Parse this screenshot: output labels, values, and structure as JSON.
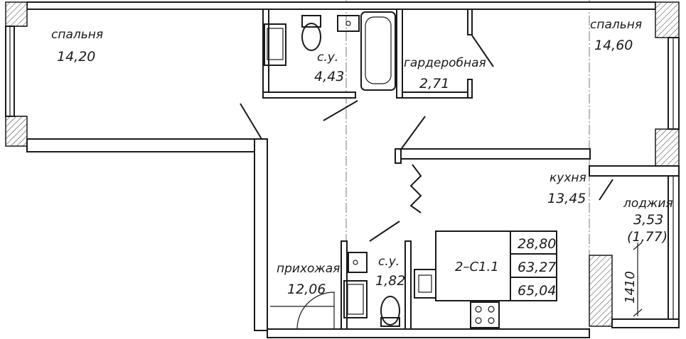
{
  "rooms": {
    "bedroom_left": {
      "name": "спальня",
      "area": "14,20"
    },
    "bathroom_top": {
      "name": "с.у.",
      "area": "4,43"
    },
    "wardrobe": {
      "name": "гардеробная",
      "area": "2,71"
    },
    "bedroom_right": {
      "name": "спальня",
      "area": "14,60"
    },
    "kitchen": {
      "name": "кухня",
      "area": "13,45"
    },
    "loggia": {
      "name": "лоджия",
      "area": "3,53",
      "area_reduced": "(1,77)"
    },
    "hallway": {
      "name": "прихожая",
      "area": "12,06"
    },
    "bathroom_bottom": {
      "name": "с.у.",
      "area": "1,82"
    }
  },
  "apartment": {
    "code": "2–С1.1",
    "area_living": "28,80",
    "area_total": "63,27",
    "area_with_loggia": "65,04"
  },
  "dimension": {
    "loggia_width": "1410"
  }
}
